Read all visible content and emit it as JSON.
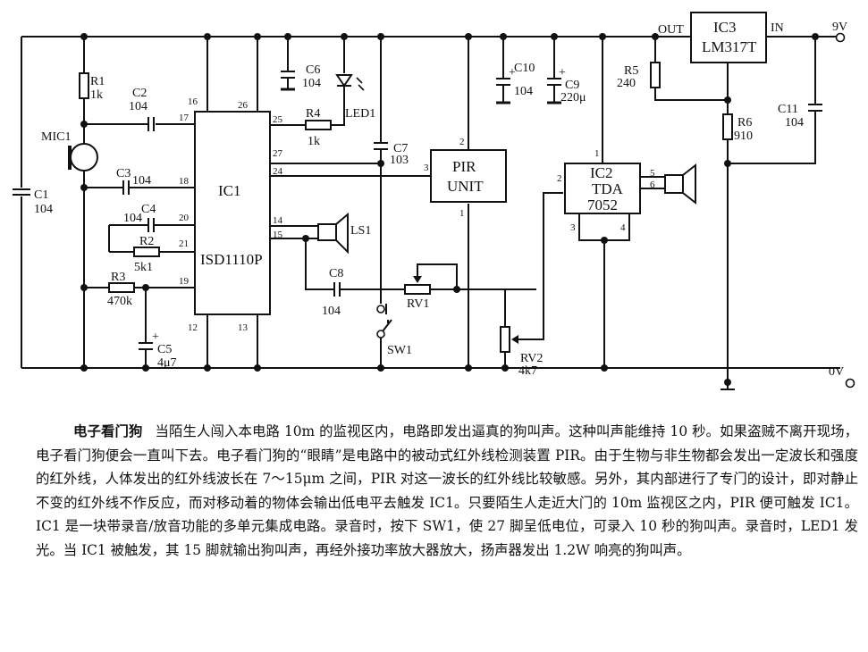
{
  "schematic": {
    "components": {
      "ic1": {
        "ref": "IC1",
        "part": "ISD1110P"
      },
      "ic2": {
        "ref": "IC2",
        "part_line1": "TDA",
        "part_line2": "7052"
      },
      "ic3": {
        "ref": "IC3",
        "part": "LM317T",
        "out_label": "OUT",
        "in_label": "IN"
      },
      "pir": {
        "line1": "PIR",
        "line2": "UNIT"
      },
      "mic1": {
        "ref": "MIC1"
      },
      "ls1": {
        "ref": "LS1"
      },
      "led1": {
        "ref": "LED1"
      },
      "sw1": {
        "ref": "SW1"
      },
      "c1": {
        "ref": "C1",
        "value": "104"
      },
      "c2": {
        "ref": "C2",
        "value": "104"
      },
      "c3": {
        "ref": "C3",
        "value": "104"
      },
      "c4": {
        "ref": "C4",
        "value": "104"
      },
      "c5": {
        "ref": "C5",
        "value": "4μ7"
      },
      "c6": {
        "ref": "C6",
        "value": "104"
      },
      "c7": {
        "ref": "C7",
        "value": "103"
      },
      "c8": {
        "ref": "C8",
        "value": "104"
      },
      "c9": {
        "ref": "C9",
        "value": "220μ"
      },
      "c10": {
        "ref": "C10",
        "value": "104"
      },
      "c11": {
        "ref": "C11",
        "value": "104"
      },
      "r1": {
        "ref": "R1",
        "value": "1k"
      },
      "r2": {
        "ref": "R2",
        "value": "5k1"
      },
      "r3": {
        "ref": "R3",
        "value": "470k"
      },
      "r4": {
        "ref": "R4",
        "value": "1k"
      },
      "r5": {
        "ref": "R5",
        "value": "240"
      },
      "r6": {
        "ref": "R6",
        "value": "910"
      },
      "rv1": {
        "ref": "RV1"
      },
      "rv2": {
        "ref": "RV2",
        "value": "4k7"
      }
    },
    "ic1_pins": {
      "p16": "16",
      "p17": "17",
      "p26": "26",
      "p25": "25",
      "p27": "27",
      "p24": "24",
      "p18": "18",
      "p20": "20",
      "p21": "21",
      "p19": "19",
      "p14": "14",
      "p15": "15",
      "p12": "12",
      "p13": "13"
    },
    "pir_pins": {
      "p1": "1",
      "p2": "2",
      "p3": "3"
    },
    "ic2_pins": {
      "p1": "1",
      "p2": "2",
      "p3": "3",
      "p4": "4",
      "p5": "5",
      "p6": "6"
    },
    "terminals": {
      "supply": "9V",
      "ground": "0V"
    }
  },
  "description": {
    "title": "电子看门狗",
    "body": "当陌生人闯入本电路 10m 的监视区内，电路即发出逼真的狗叫声。这种叫声能维持 10 秒。如果盗贼不离开现场，电子看门狗便会一直叫下去。电子看门狗的“眼睛”是电路中的被动式红外线检测装置 PIR。由于生物与非生物都会发出一定波长和强度的红外线，人体发出的红外线波长在 7～15μm 之间，PIR 对这一波长的红外线比较敏感。另外，其内部进行了专门的设计，即对静止不变的红外线不作反应，而对移动着的物体会输出低电平去触发 IC1。只要陌生人走近大门的 10m 监视区之内，PIR 便可触发 IC1。IC1 是一块带录音/放音功能的多单元集成电路。录音时，按下 SW1，使 27 脚呈低电位，可录入 10 秒的狗叫声。录音时，LED1 发光。当 IC1 被触发，其 15 脚就输出狗叫声，再经外接功率放大器放大，扬声器发出 1.2W 响亮的狗叫声。"
  }
}
